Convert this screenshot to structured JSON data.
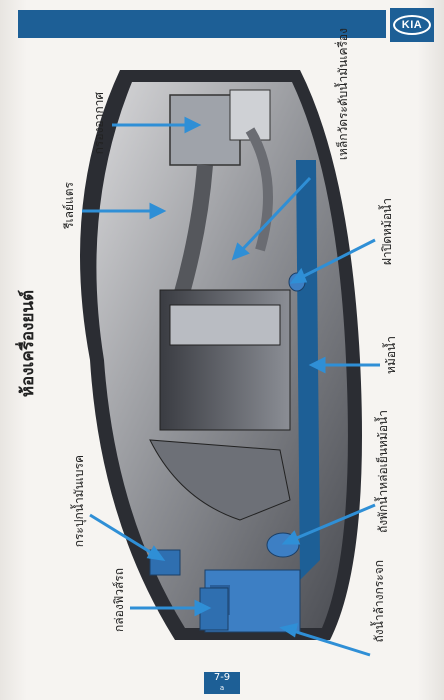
{
  "header": {
    "brand": "KIA",
    "section_title": "ห้องเครื่องยนต์"
  },
  "labels": {
    "air_cleaner": "กรองอากาศ",
    "fuse_relay": "รีเลย์แตร",
    "oil_dipstick": "เหล็กวัดระดับน้ำมันเครื่อง",
    "radiator_cap": "ฝาปิดหม้อน้ำ",
    "radiator": "หม้อน้ำ",
    "washer_reservoir": "ถังพักน้ำหล่อเย็นหม้อน้ำ",
    "brake_fluid": "กระปุกน้ำมันเบรค",
    "fuse_box": "กล่องฟิวส์รถ",
    "battery": "ถังน้ำล้างกระจก"
  },
  "footer": {
    "page_number": "7-9",
    "page_sub": "a"
  },
  "colors": {
    "brand_blue": "#1d5f96",
    "arrow_blue": "#2f8fd6",
    "highlight_blue": "#3d7fc4"
  }
}
